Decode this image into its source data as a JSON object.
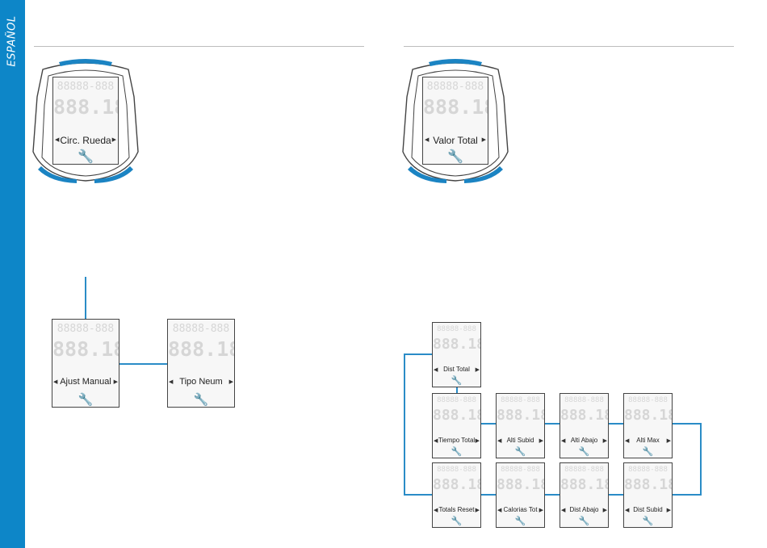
{
  "sidebar": {
    "language": "ESPAÑOL"
  },
  "segment_digits": {
    "top": "88888-888",
    "big": "888.188"
  },
  "top_devices": {
    "left": {
      "label": "Circ. Rueda"
    },
    "right": {
      "label": "Valor Total"
    }
  },
  "left_diagram": {
    "screen1": "Ajust Manual",
    "screen2": "Tipo Neum"
  },
  "right_diagram": {
    "top": "Dist Total",
    "row1": [
      "Tiempo Total",
      "Alti Subid",
      "Alti Abajo",
      "Alti Max"
    ],
    "row2": [
      "Totals Reset",
      "Calorias Tot",
      "Dist Abajo",
      "Dist Subid"
    ]
  },
  "icons": {
    "wrench": "wrench-icon",
    "arrow_left": "arrow-left-icon",
    "arrow_right": "arrow-right-icon"
  },
  "colors": {
    "accent": "#0d86c8",
    "wire": "#2a8cc7"
  }
}
